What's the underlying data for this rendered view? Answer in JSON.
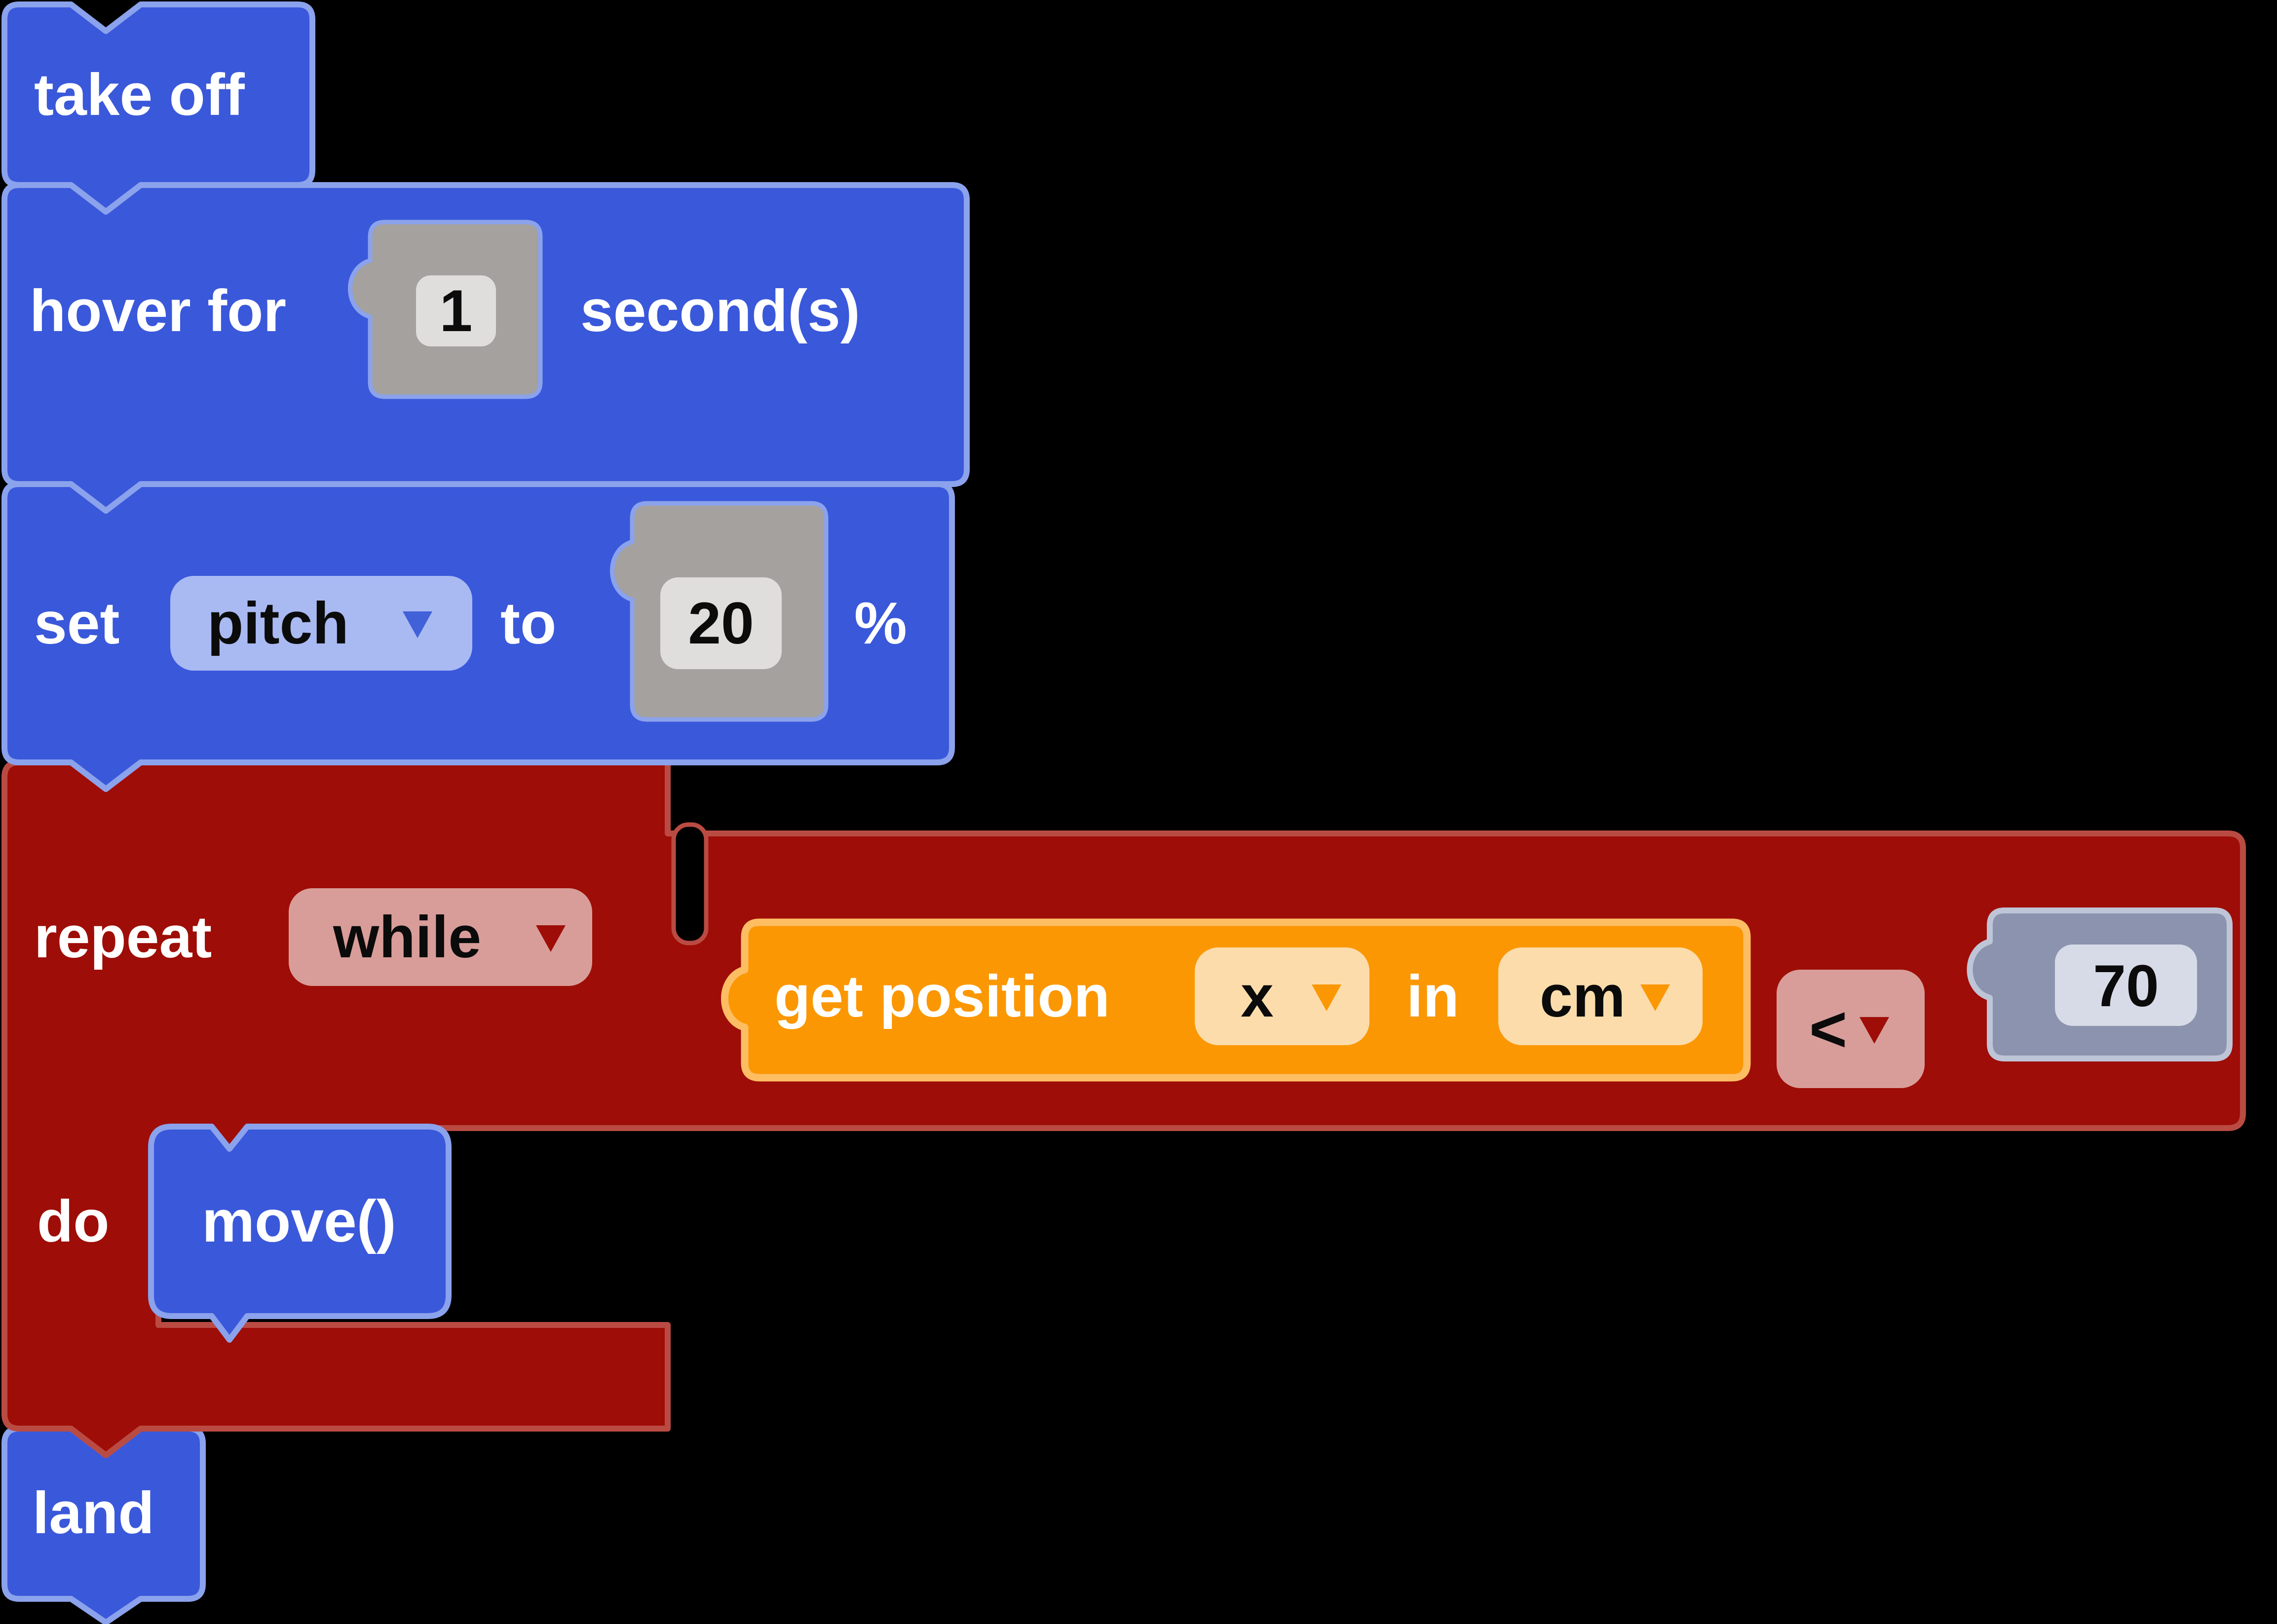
{
  "workspace": {
    "type": "block-programming-canvas",
    "background_color": "#000000",
    "blocks": {
      "take_off": {
        "label": "take off"
      },
      "hover": {
        "label_prefix": "hover for",
        "duration_value": "1",
        "label_suffix": "second(s)"
      },
      "set_pitch": {
        "label_set": "set",
        "variable_selected": "pitch",
        "label_to": "to",
        "value": "20",
        "label_unit": "%"
      },
      "repeat": {
        "label_repeat": "repeat",
        "mode_selected": "while",
        "label_do": "do"
      },
      "condition": {
        "label_get": "get position",
        "axis_selected": "x",
        "label_in": "in",
        "unit_selected": "cm",
        "comparator_selected": "<",
        "threshold_value": "70"
      },
      "move_call": {
        "label": "move()"
      },
      "land": {
        "label": "land"
      }
    },
    "colors": {
      "statement_fill": "#3A58DA",
      "statement_border": "#8BA2EC",
      "loop_fill": "#9E0D07",
      "loop_border": "#BA4B43",
      "reporter_fill": "#FB9702",
      "reporter_border": "#FDBD63",
      "shadow_number_fill": "#A4A19E",
      "shadow_number_field": "#DFDEDD",
      "compare_number_fill": "#8B93AE",
      "compare_number_field": "#D7DBE7",
      "dropdown_blue": "#A9B9F2",
      "dropdown_pink": "#D89D99",
      "dropdown_peach": "#FDDCAC",
      "label_text": "#FFFFFF",
      "field_text": "#0B0B0B"
    }
  }
}
